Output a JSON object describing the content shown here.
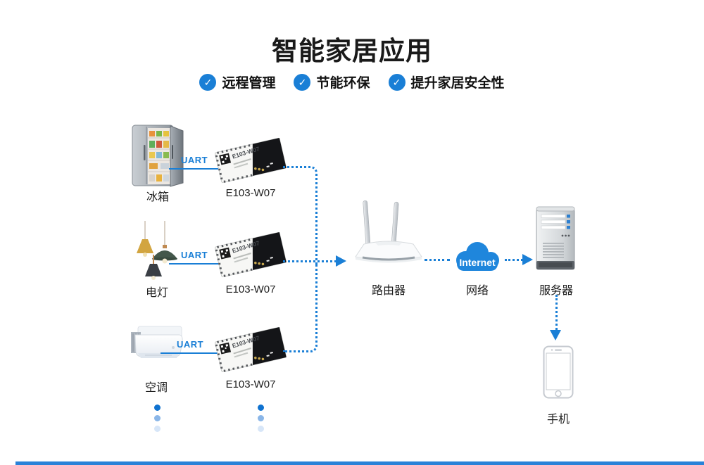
{
  "header": {
    "title": "智能家居应用",
    "features": [
      {
        "label": "远程管理"
      },
      {
        "label": "节能环保"
      },
      {
        "label": "提升家居安全性"
      }
    ]
  },
  "icons": {
    "check": "✓"
  },
  "rows": [
    {
      "device_label": "冰箱",
      "bus_label": "UART",
      "module_label": "E103-W07",
      "module_chip_text": "E103-W07"
    },
    {
      "device_label": "电灯",
      "bus_label": "UART",
      "module_label": "E103-W07",
      "module_chip_text": "E103-W07"
    },
    {
      "device_label": "空调",
      "bus_label": "UART",
      "module_label": "E103-W07",
      "module_chip_text": "E103-W07"
    }
  ],
  "network": {
    "router_label": "路由器",
    "cloud_text": "Internet",
    "cloud_label": "网络",
    "server_label": "服务器",
    "phone_label": "手机"
  },
  "colors": {
    "accent_blue": "#1a7fd6",
    "cloud_blue": "#1f86dc",
    "footer_blue": "#2a82d8"
  }
}
